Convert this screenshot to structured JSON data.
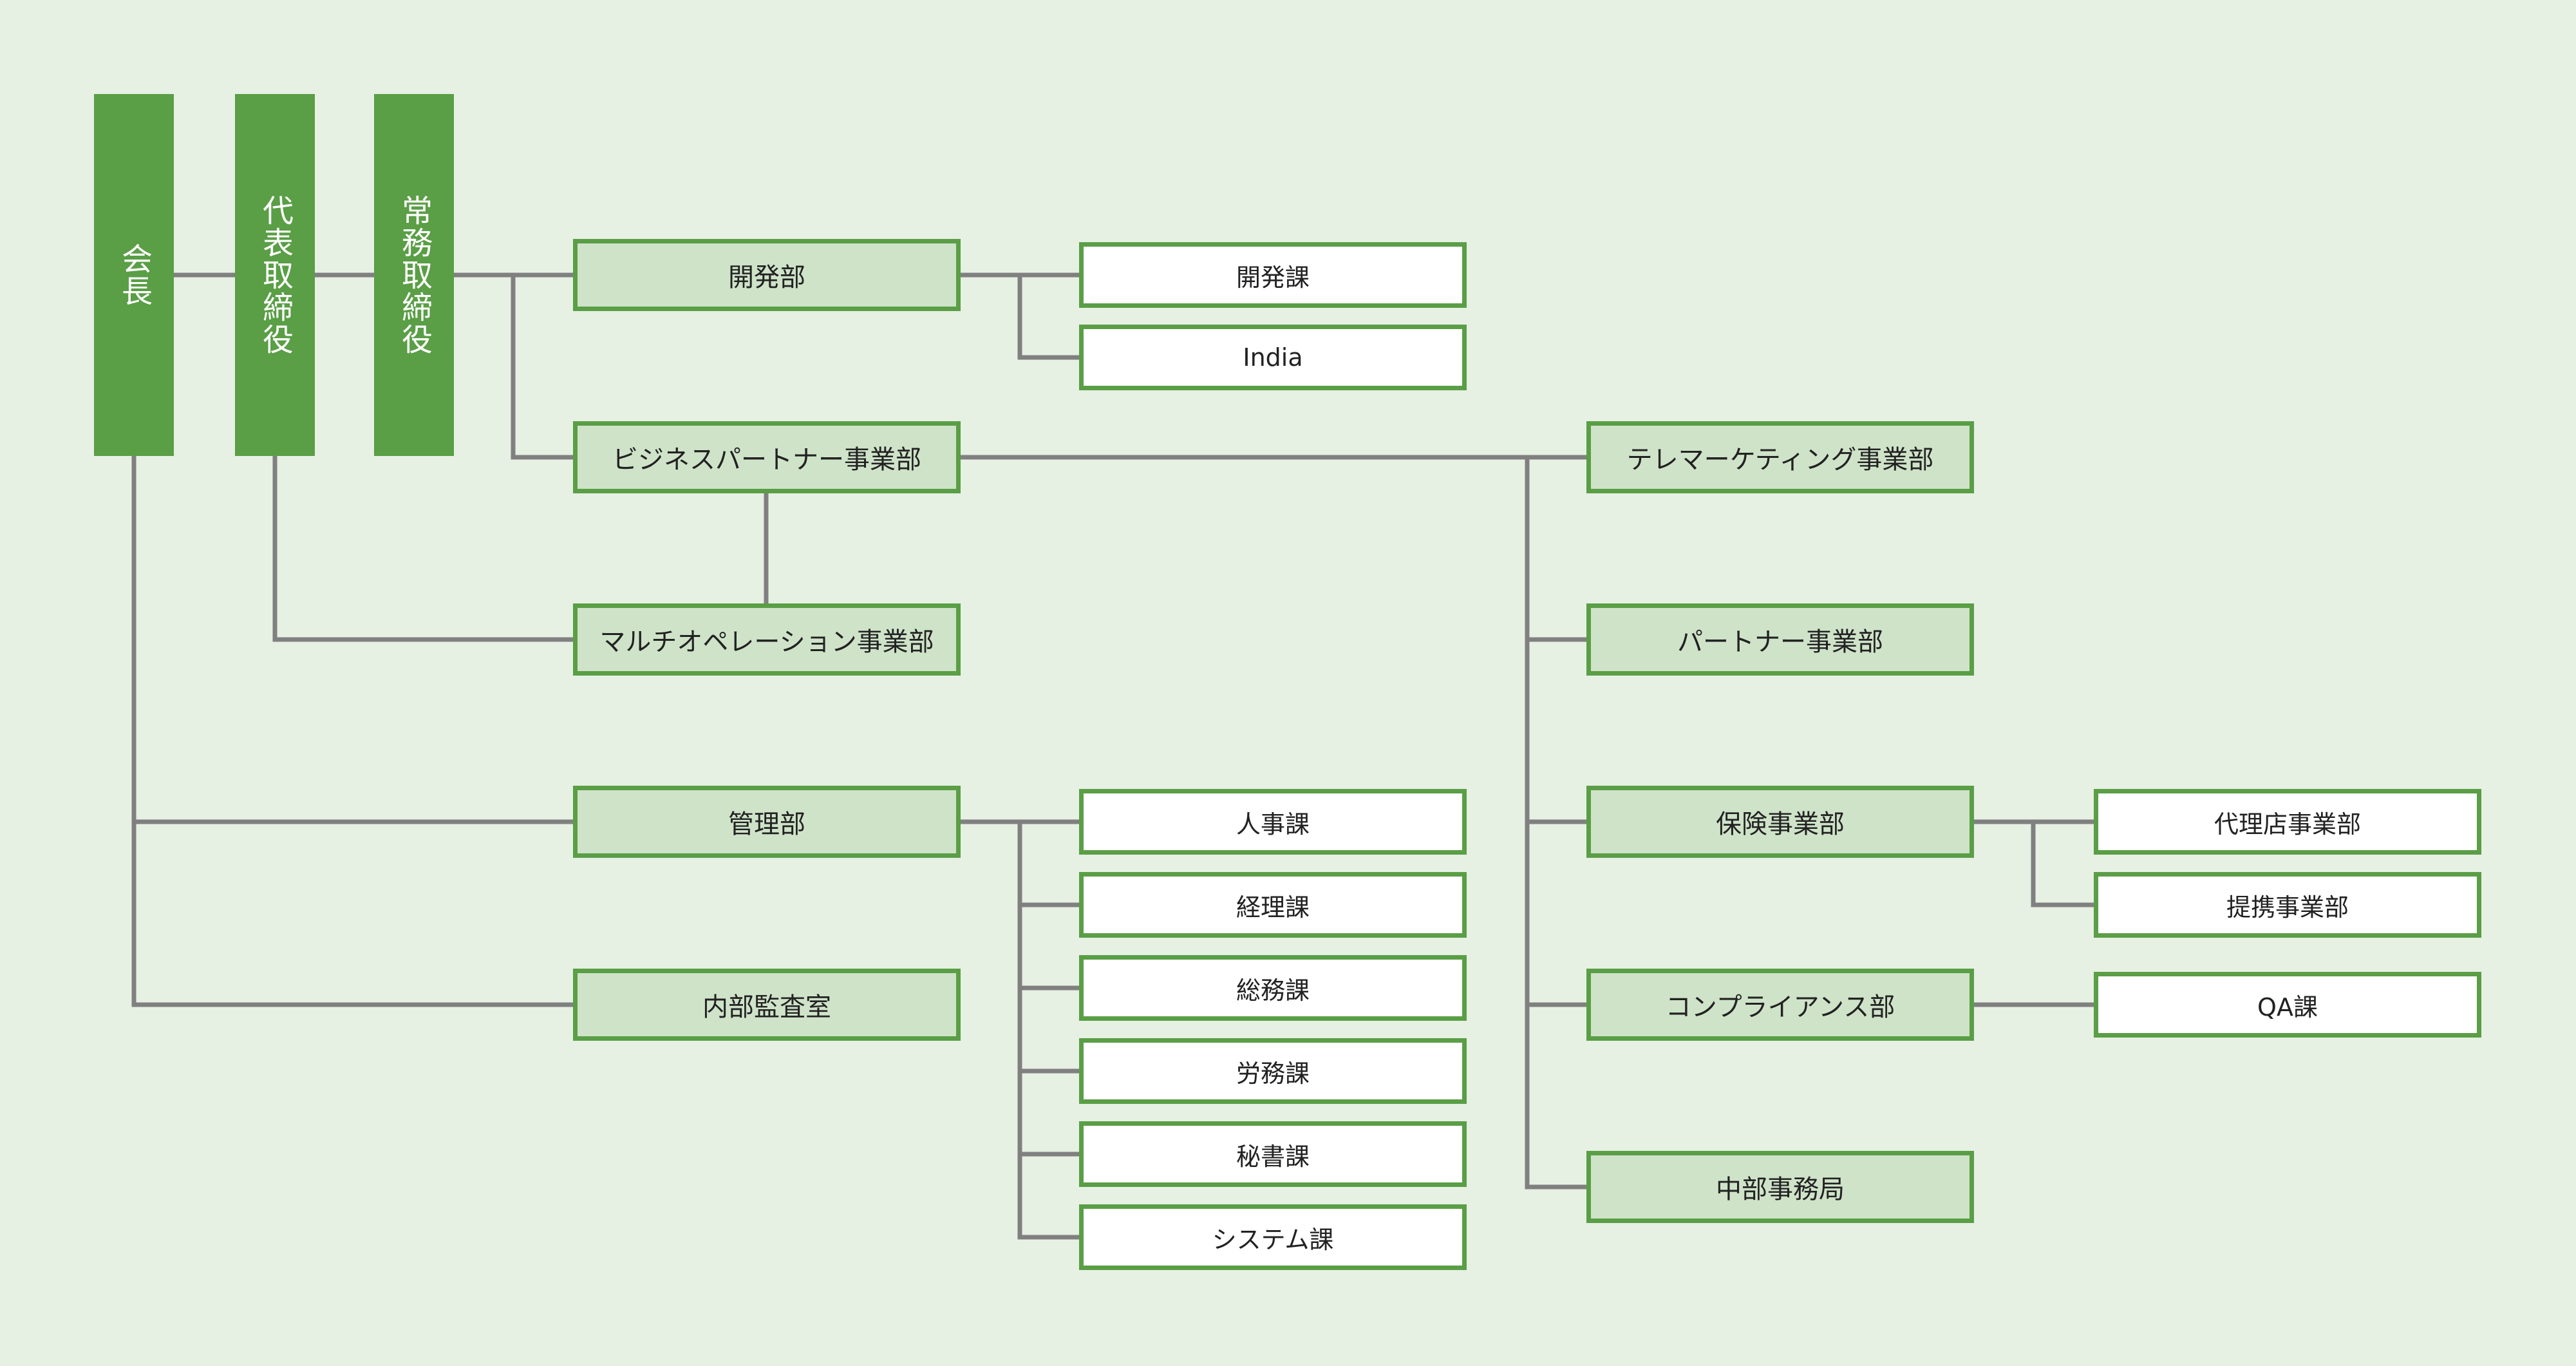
{
  "colors": {
    "background": "#e6f0e3",
    "exec_fill": "#5a9e46",
    "border": "#5a9e46",
    "dept_fill": "#cfe3c9",
    "section_fill": "#ffffff",
    "connector": "#808080"
  },
  "executives": {
    "chairman": "会長",
    "president": "代表取締役",
    "managing_director": "常務取締役"
  },
  "departments": {
    "development": "開発部",
    "business_partner": "ビジネスパートナー事業部",
    "multi_operation": "マルチオペレーション事業部",
    "administration": "管理部",
    "internal_audit": "内部監査室",
    "telemarketing": "テレマーケティング事業部",
    "partner": "パートナー事業部",
    "insurance": "保険事業部",
    "compliance": "コンプライアンス部",
    "chubu_office": "中部事務局"
  },
  "sections": {
    "development_section": "開発課",
    "india": "India",
    "hr": "人事課",
    "accounting": "経理課",
    "general_affairs": "総務課",
    "labor": "労務課",
    "secretary": "秘書課",
    "system": "システム課",
    "agency": "代理店事業部",
    "alliance": "提携事業部",
    "qa": "QA課"
  }
}
